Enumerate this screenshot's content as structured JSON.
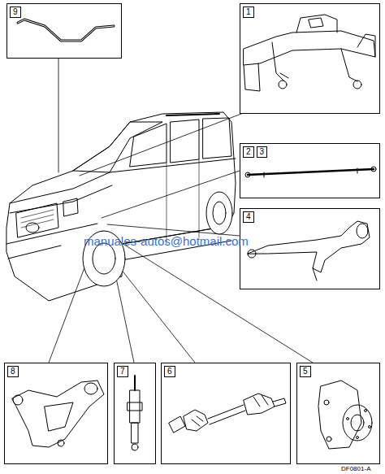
{
  "diagram": {
    "nodes": [
      {
        "text": [
          "9"
        ]
      },
      {
        "text": [
          "1"
        ]
      },
      {
        "text": [
          "2",
          "3"
        ]
      },
      {
        "text": [
          "4"
        ]
      },
      {
        "text": [
          "8"
        ]
      },
      {
        "text": [
          "7"
        ]
      },
      {
        "text": [
          "6"
        ]
      },
      {
        "text": [
          "5"
        ]
      }
    ],
    "labels": [
      "manuales-autos@hotmail.com",
      "DF0801-A"
    ]
  }
}
